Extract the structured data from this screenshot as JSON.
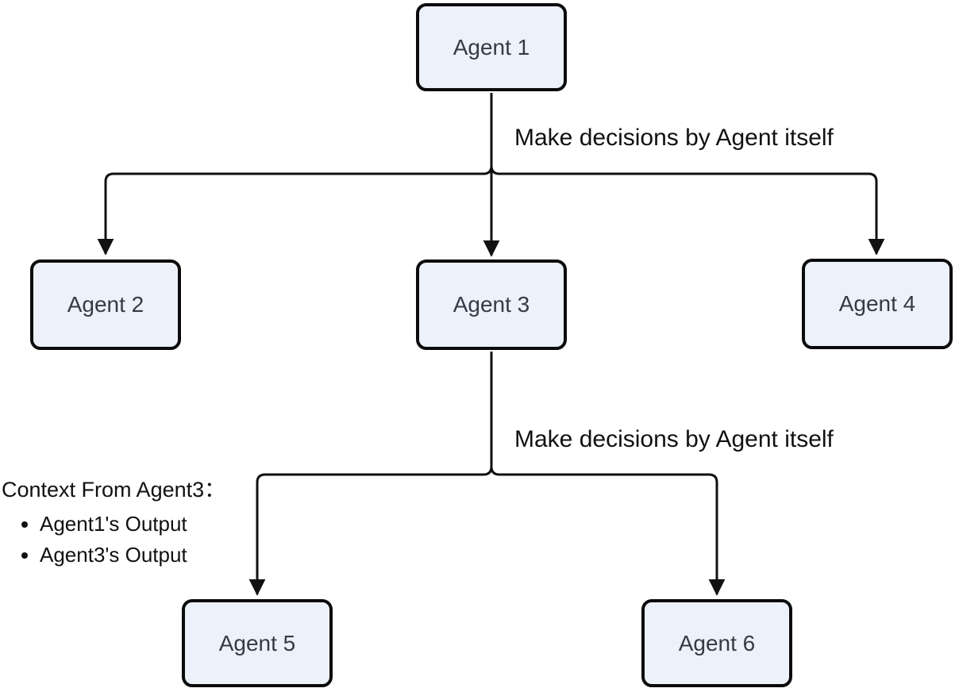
{
  "diagram": {
    "colors": {
      "background": "#FFFFFF",
      "node_fill": "#ECF1FA",
      "node_border": "#0B0B0B",
      "line_color": "#111111",
      "node_text": "#333B47",
      "label_text": "#111111"
    },
    "nodes": [
      {
        "id": "agent1",
        "label": "Agent 1"
      },
      {
        "id": "agent2",
        "label": "Agent 2"
      },
      {
        "id": "agent3",
        "label": "Agent 3"
      },
      {
        "id": "agent4",
        "label": "Agent 4"
      },
      {
        "id": "agent5",
        "label": "Agent 5"
      },
      {
        "id": "agent6",
        "label": "Agent 6"
      }
    ],
    "edge_labels": [
      {
        "text": "Make decisions by Agent itself"
      },
      {
        "text": "Make decisions by Agent itself"
      }
    ],
    "context_note": {
      "title": "Context From Agent3：",
      "items": [
        "Agent1's Output",
        "Agent3's Output"
      ]
    }
  }
}
